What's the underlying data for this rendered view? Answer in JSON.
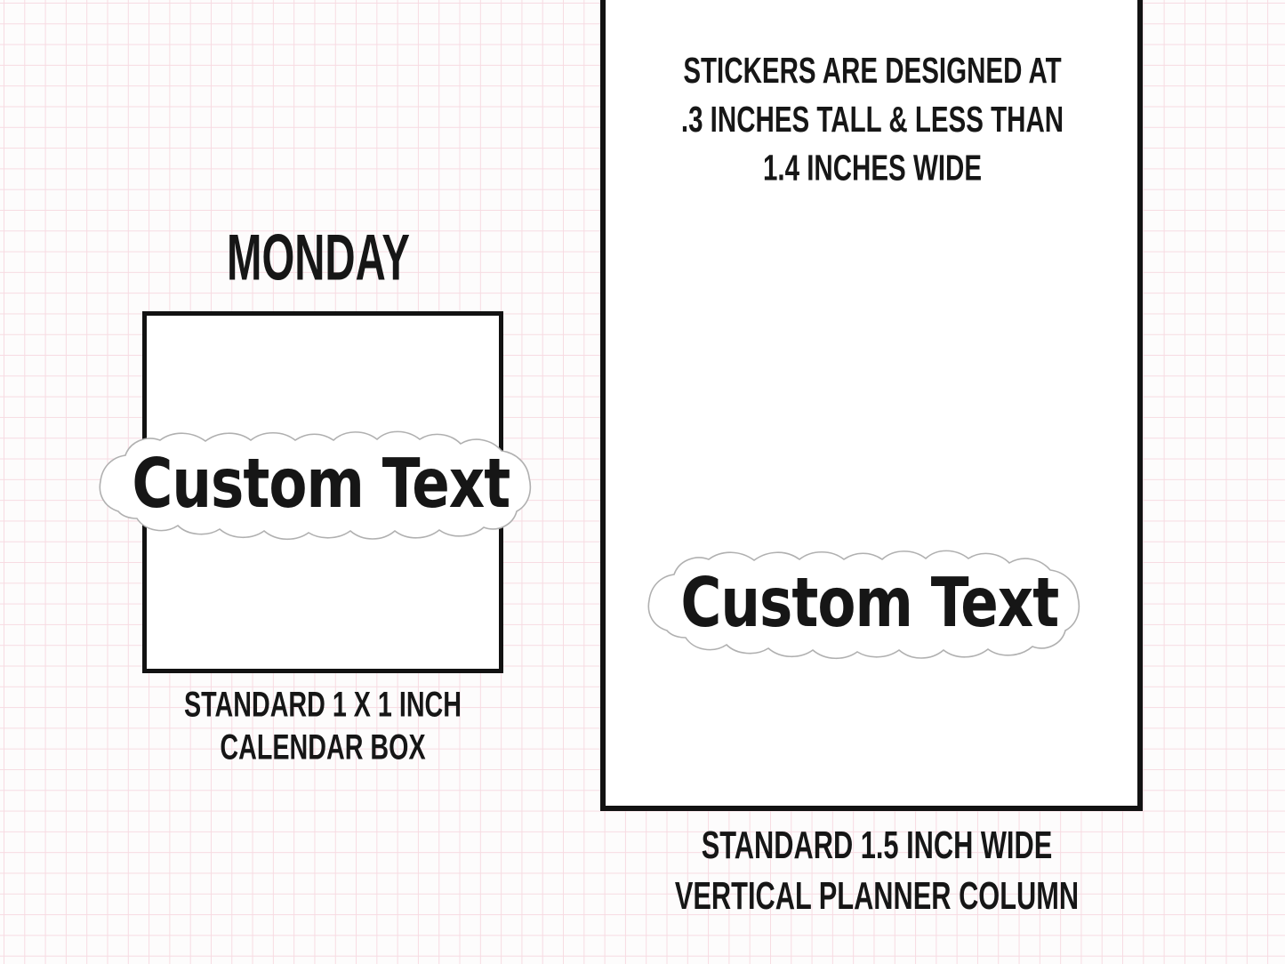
{
  "colors": {
    "page_bg": "#fdfcfc",
    "grid_line": "#f7dbe2",
    "ink": "#161616",
    "box_border": "#121212",
    "sticker_fill": "#ffffff",
    "sticker_outline": "#b0b0b0"
  },
  "left_panel": {
    "day_label": "MONDAY",
    "sticker_text": "Custom Text",
    "caption_line1": "STANDARD 1 X 1 INCH",
    "caption_line2": "CALENDAR BOX"
  },
  "right_panel": {
    "note_line1": "STICKERS ARE DESIGNED AT",
    "note_line2": ".3 INCHES TALL & LESS THAN",
    "note_line3": "1.4 INCHES WIDE",
    "sticker_text": "Custom Text",
    "caption_line1": "STANDARD 1.5 INCH WIDE",
    "caption_line2": "VERTICAL PLANNER COLUMN"
  }
}
